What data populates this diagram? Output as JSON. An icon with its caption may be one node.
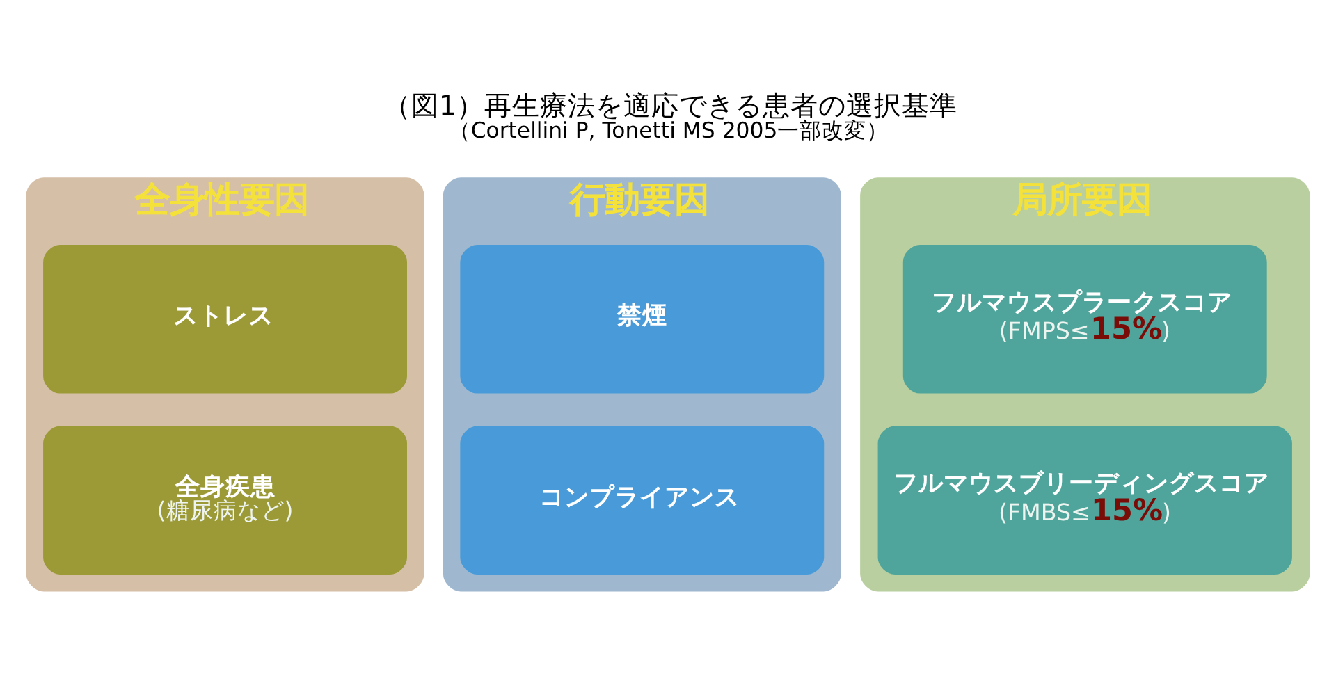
{
  "diagram": {
    "title": "（図1）再生療法を適応できる患者の選択基準",
    "caption": "（Cortellini P, Tonetti MS 2005一部改変）",
    "nodes": [
      {
        "text": [
          "全身性要因"
        ]
      },
      {
        "text": [
          "ストレス"
        ],
        "in": 0
      },
      {
        "text": [
          "全身疾患",
          "(糖尿病など)"
        ],
        "in": 0
      },
      {
        "text": [
          "行動要因"
        ]
      },
      {
        "text": [
          "禁煙"
        ],
        "in": 3
      },
      {
        "text": [
          "コンプライアンス"
        ],
        "in": 3
      },
      {
        "text": [
          "局所要因"
        ]
      },
      {
        "text": [
          "フルマウスプラークスコア",
          "(FMPS≤**15%**)"
        ],
        "in": 6
      },
      {
        "text": [
          "フルマウスブリーディングスコア",
          "(FMBS≤**15%**)"
        ],
        "in": 6
      }
    ],
    "edges": []
  }
}
